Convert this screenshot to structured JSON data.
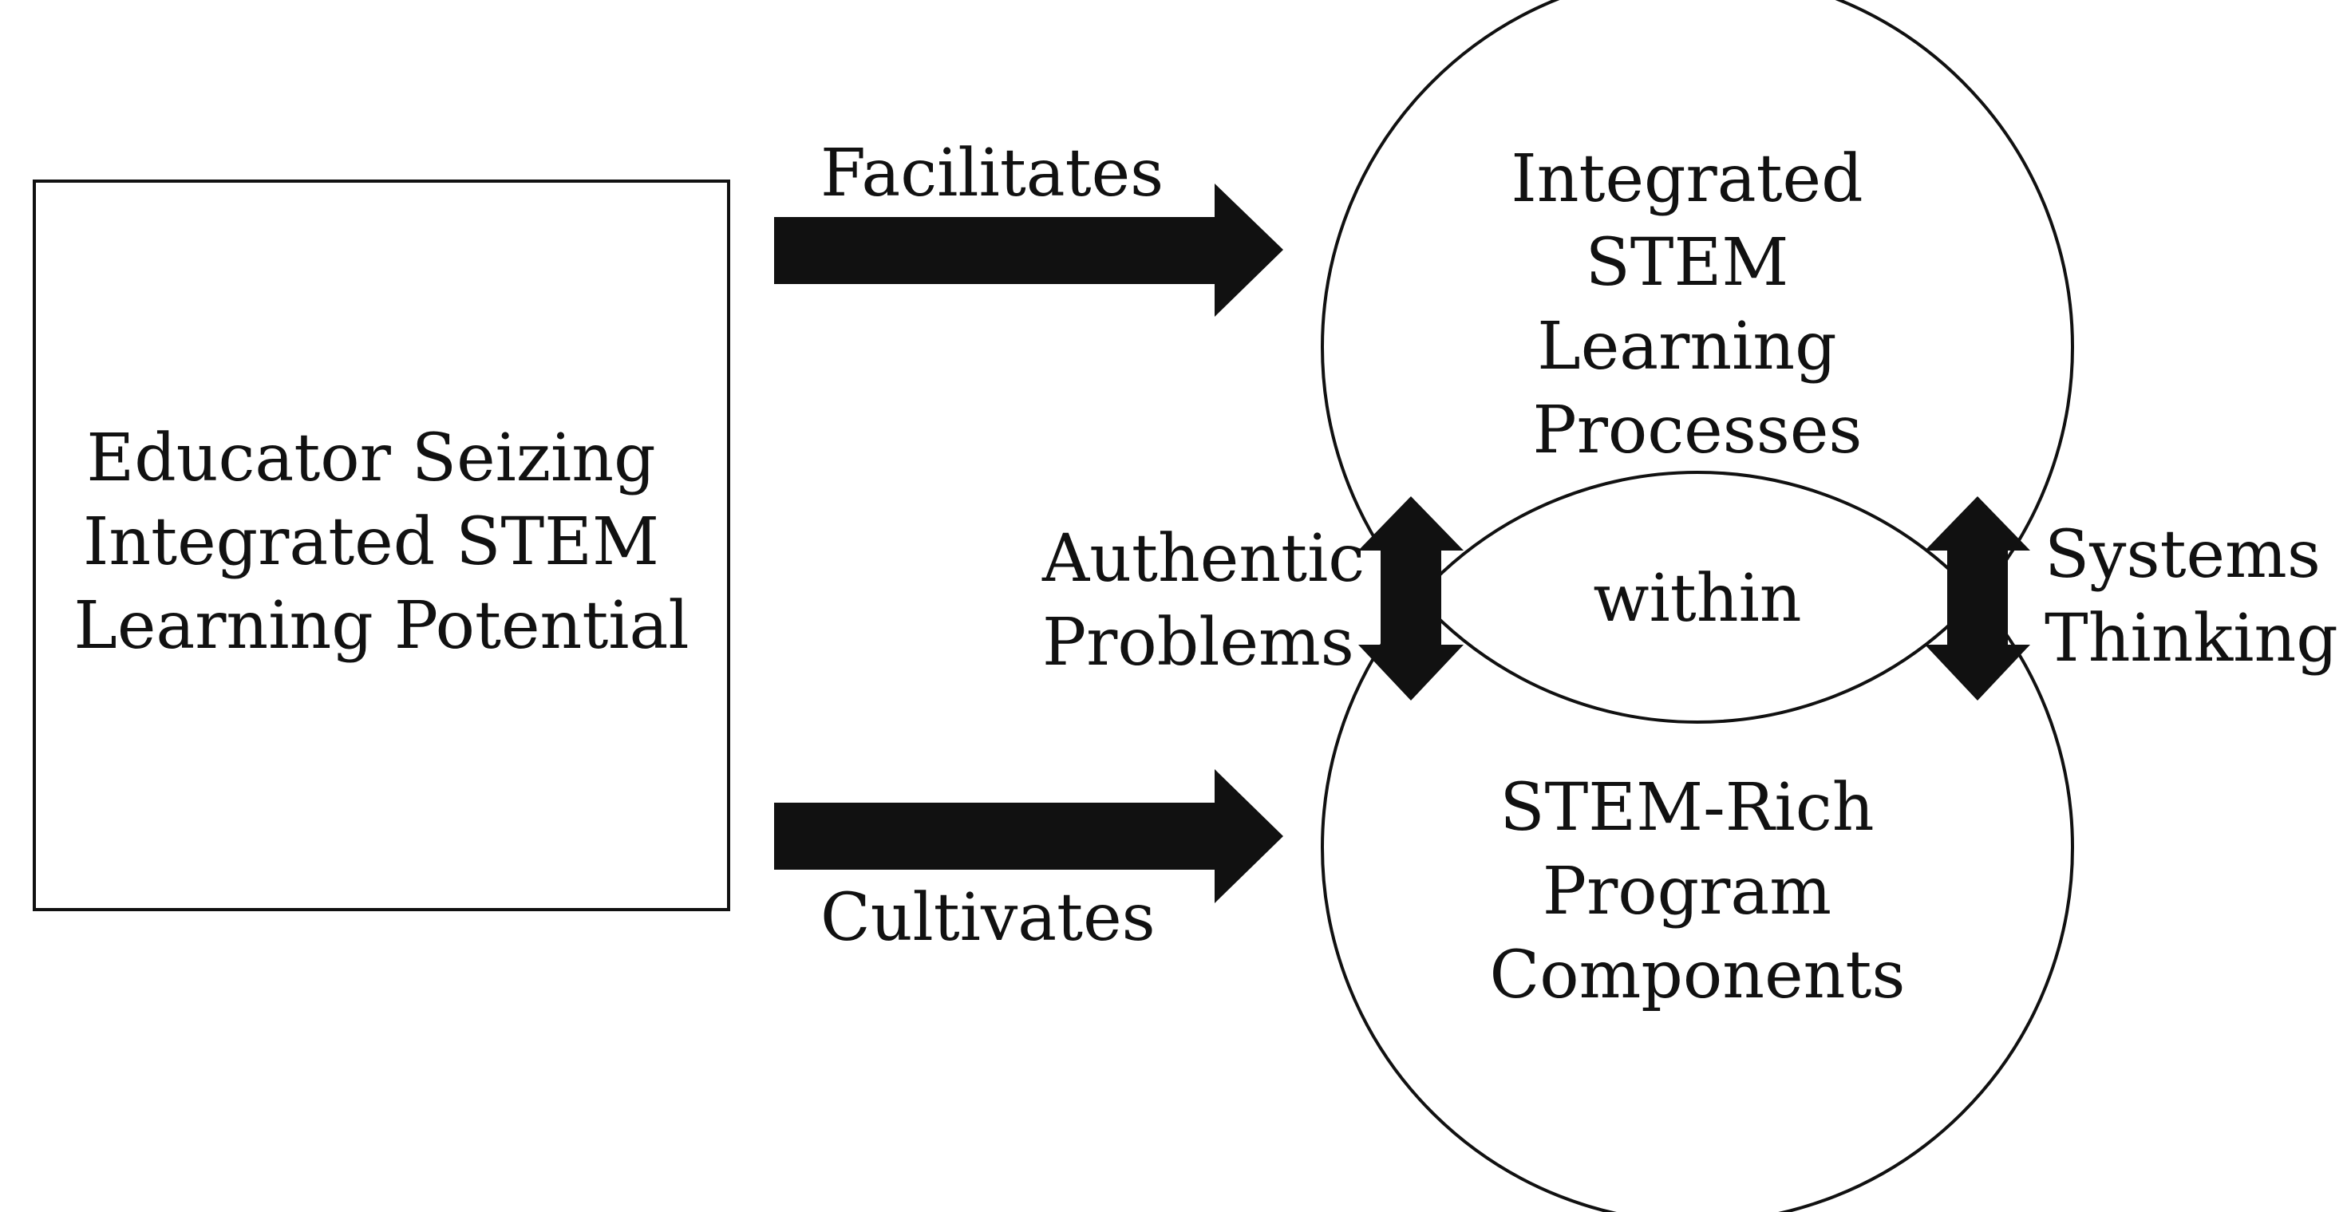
{
  "left_box": {
    "lines": [
      "Educator Seizing",
      "Integrated STEM",
      "Learning Potential"
    ]
  },
  "top_circle": {
    "lines": [
      "Integrated",
      "STEM",
      "Learning",
      "Processes"
    ]
  },
  "bottom_circle": {
    "lines": [
      "STEM-Rich",
      "Program",
      "Components"
    ]
  },
  "overlap_label": "within",
  "top_arrow_label": "Facilitates",
  "bottom_arrow_label": "Cultivates",
  "left_connector_label": [
    "Authentic",
    "Problems"
  ],
  "right_connector_label": [
    "Systems",
    "Thinking"
  ],
  "colors": {
    "stroke": "#111111",
    "fill": "#111111",
    "background": "#ffffff"
  }
}
